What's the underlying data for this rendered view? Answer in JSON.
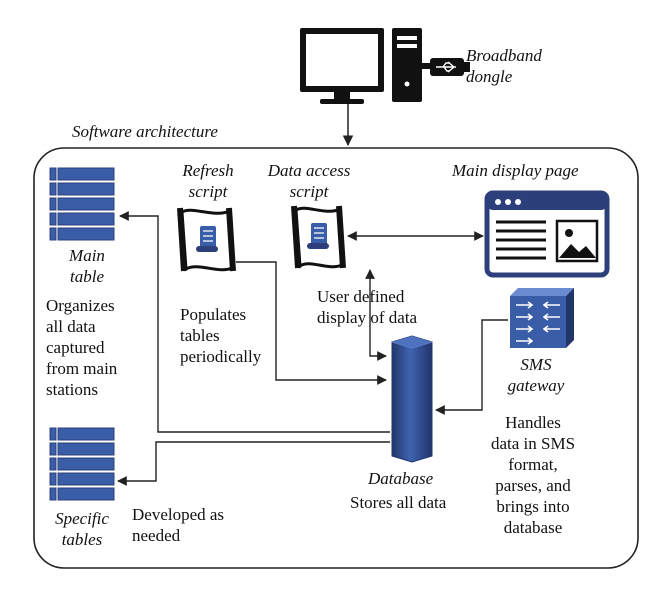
{
  "header": {
    "hardware_label": "Broadband\ndongle",
    "section_title": "Software architecture"
  },
  "components": {
    "refresh_script": {
      "label": "Refresh\nscript",
      "description": "Populates\ntables\nperiodically"
    },
    "data_access_script": {
      "label": "Data access\nscript",
      "description": "User defined\ndisplay of data"
    },
    "main_display": {
      "label": "Main display page"
    },
    "main_table": {
      "label": "Main\ntable",
      "description": "Organizes\nall data\ncaptured\nfrom main\nstations"
    },
    "specific_tables": {
      "label": "Specific\ntables",
      "description": "Developed as\nneeded"
    },
    "sms_gateway": {
      "label": "SMS\ngateway",
      "description": "Handles\ndata in SMS\nformat,\nparses, and\nbrings into\ndatabase"
    },
    "database": {
      "label": "Database",
      "description": "Stores all data"
    }
  },
  "icons": [
    "monitor-icon",
    "pc-tower-icon",
    "usb-dongle-icon",
    "script-scroll-icon",
    "table-icon",
    "database-cylinder-icon",
    "sms-gateway-icon",
    "web-page-icon"
  ],
  "colors": {
    "accent_blue": "#3a5da8",
    "dark_blue": "#2c3f7a",
    "line": "#222222"
  }
}
